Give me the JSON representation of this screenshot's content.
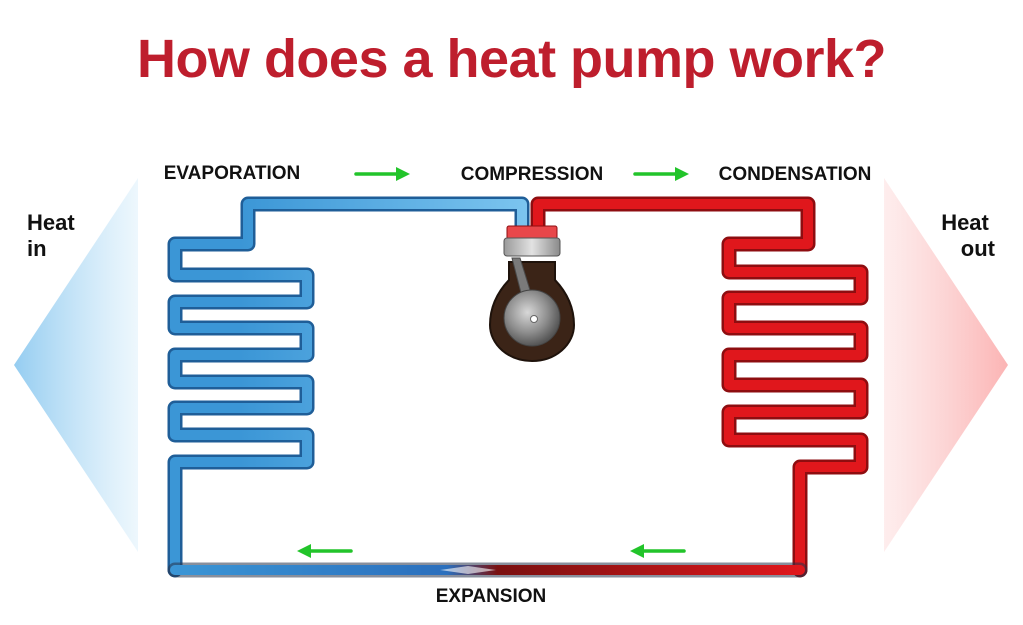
{
  "title": "How does a heat pump work?",
  "stages": {
    "evaporation": "EVAPORATION",
    "compression": "COMPRESSION",
    "condensation": "CONDENSATION",
    "expansion": "EXPANSION"
  },
  "heat_in": [
    "Heat",
    "in"
  ],
  "heat_out": [
    "Heat",
    "out"
  ],
  "colors": {
    "title": "#be1e2d",
    "cold_pipe": "#3a8fd1",
    "hot_pipe": "#d7191c",
    "arrow": "#22c42a",
    "cold_glow": "#bfe3f7",
    "warm_glow": "#fdd0d0",
    "compressor_body": "#3b2417"
  }
}
